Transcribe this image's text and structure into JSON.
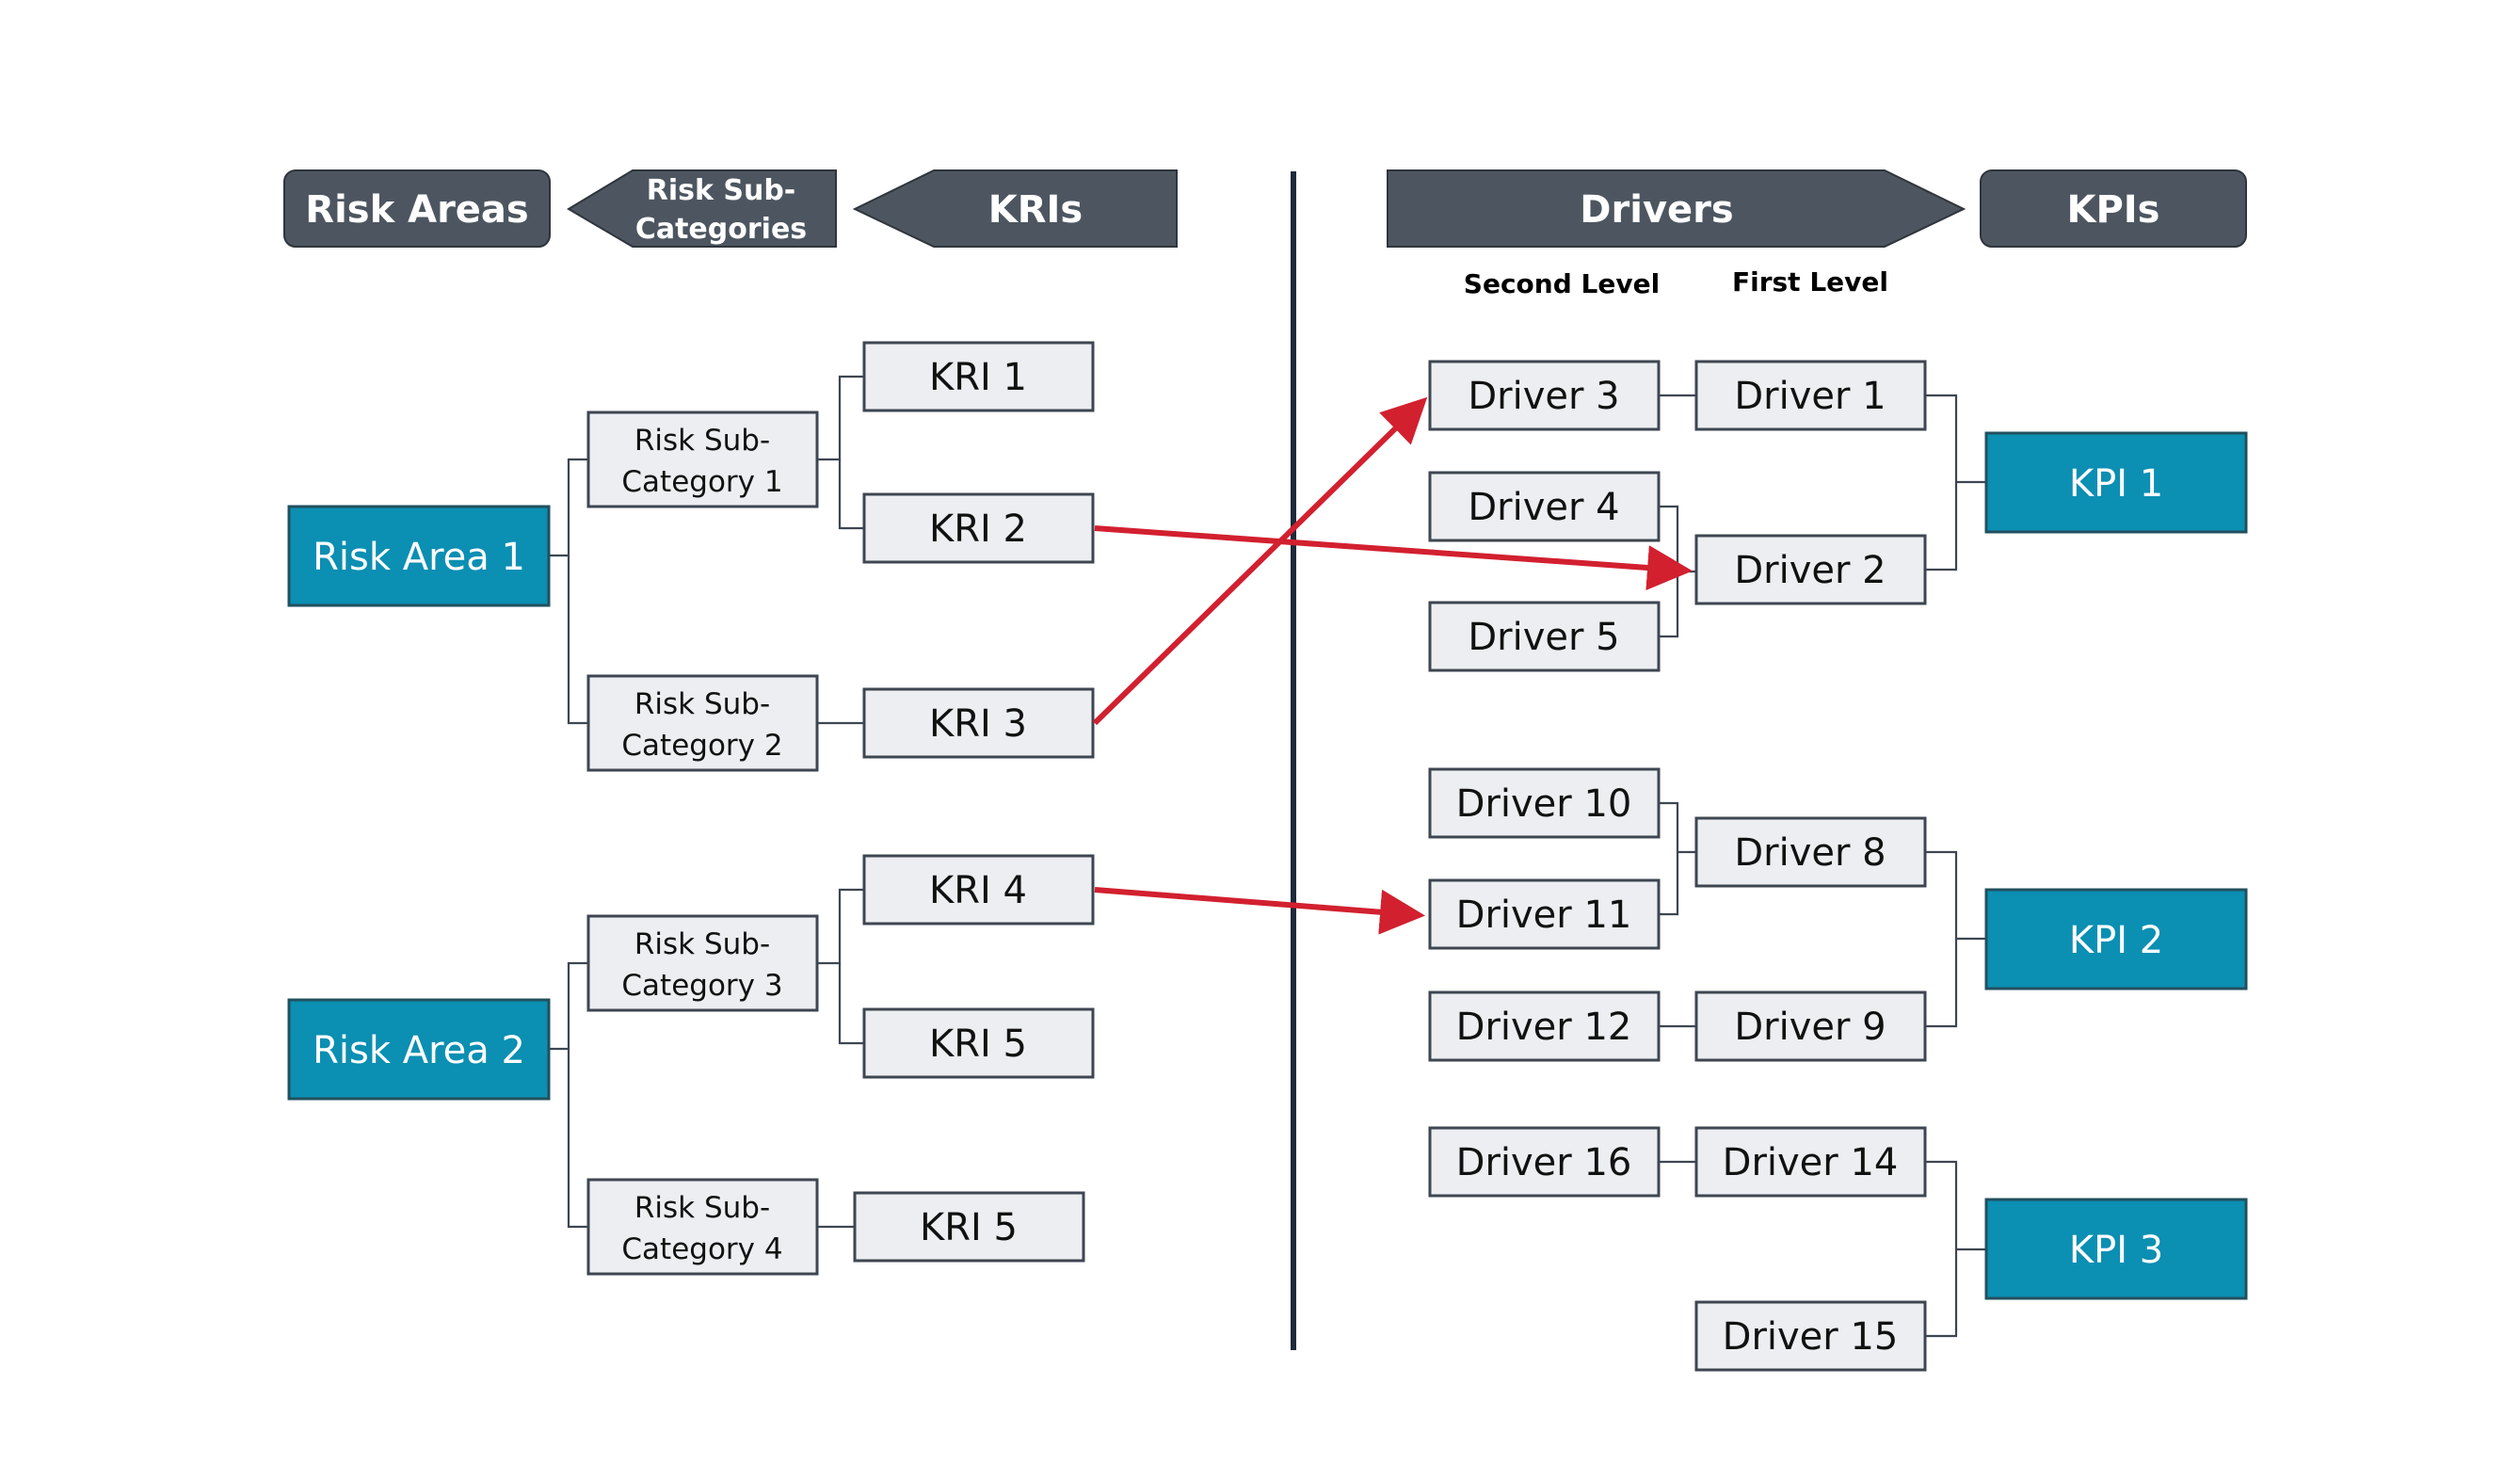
{
  "headers": {
    "risk_areas": "Risk Areas",
    "risk_sub_categories_line1": "Risk Sub-",
    "risk_sub_categories_line2": "Categories",
    "kris": "KRIs",
    "drivers": "Drivers",
    "kpis": "KPIs"
  },
  "levels": {
    "second": "Second Level",
    "first": "First Level"
  },
  "risk_areas": [
    "Risk Area 1",
    "Risk Area 2"
  ],
  "sub_categories": [
    {
      "line1": "Risk Sub-",
      "line2": "Category 1"
    },
    {
      "line1": "Risk Sub-",
      "line2": "Category 2"
    },
    {
      "line1": "Risk Sub-",
      "line2": "Category 3"
    },
    {
      "line1": "Risk Sub-",
      "line2": "Category 4"
    }
  ],
  "kris": [
    "KRI 1",
    "KRI 2",
    "KRI 3",
    "KRI 4",
    "KRI 5",
    "KRI 5"
  ],
  "drivers_second": [
    "Driver 3",
    "Driver 4",
    "Driver 5",
    "Driver 10",
    "Driver 11",
    "Driver 12",
    "Driver 16"
  ],
  "drivers_first": [
    "Driver 1",
    "Driver 2",
    "Driver 8",
    "Driver 9",
    "Driver 14",
    "Driver 15"
  ],
  "kpis": [
    "KPI 1",
    "KPI 2",
    "KPI 3"
  ],
  "colors": {
    "header": "#4d5660",
    "box_fill": "#eceef1",
    "teal": "#0b8fb2",
    "arrow": "#d2202f",
    "divider": "#1e2a3a"
  }
}
